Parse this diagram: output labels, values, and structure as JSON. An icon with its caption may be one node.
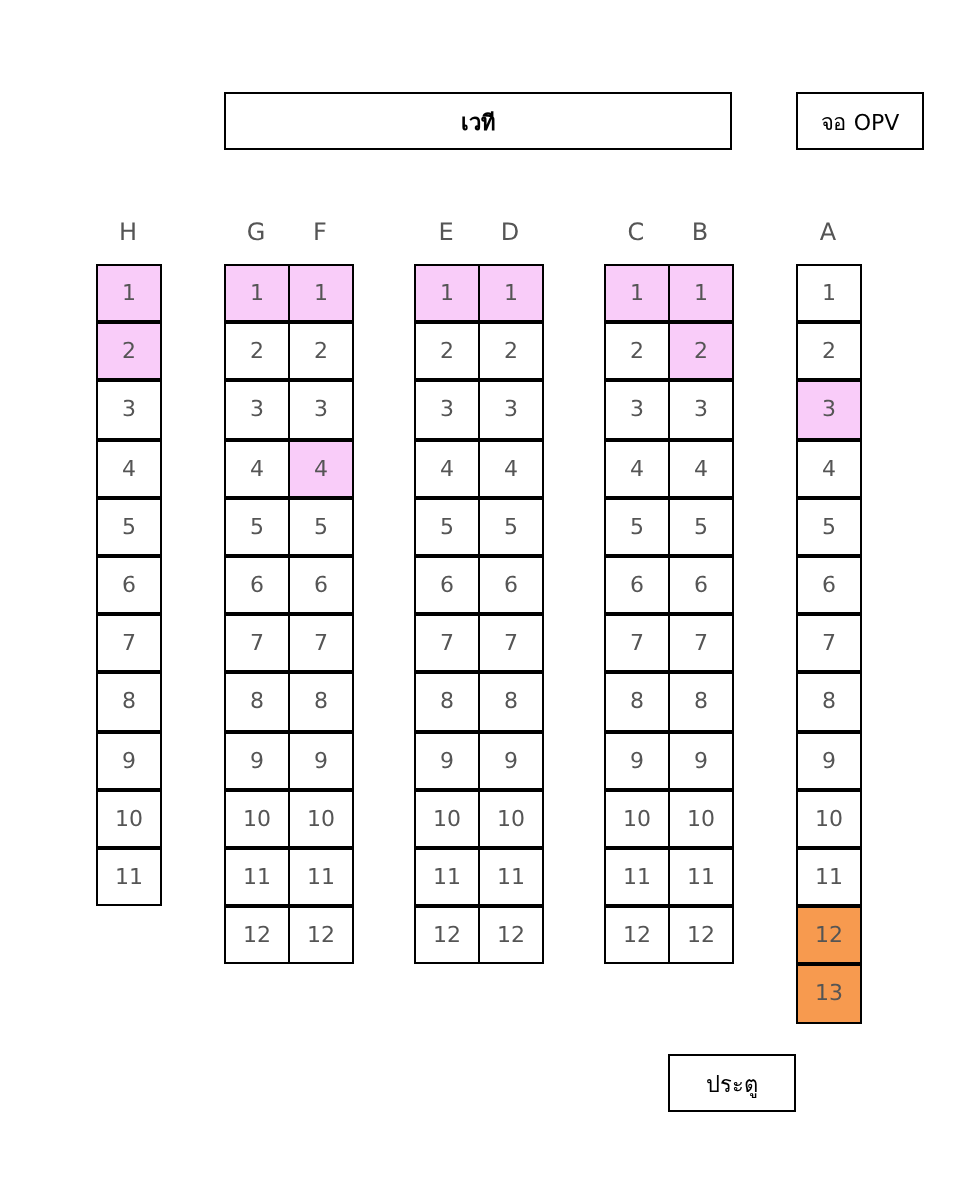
{
  "diagram": {
    "nodes": [
      {
        "text": [
          "เวที"
        ]
      },
      {
        "text": [
          "จอ OPV"
        ]
      },
      {
        "text": [
          "1"
        ]
      },
      {
        "text": [
          "2"
        ]
      },
      {
        "text": [
          "3"
        ]
      },
      {
        "text": [
          "4"
        ]
      },
      {
        "text": [
          "5"
        ]
      },
      {
        "text": [
          "6"
        ]
      },
      {
        "text": [
          "7"
        ]
      },
      {
        "text": [
          "8"
        ]
      },
      {
        "text": [
          "9"
        ]
      },
      {
        "text": [
          "10"
        ]
      },
      {
        "text": [
          "11"
        ]
      },
      {
        "text": [
          "1"
        ]
      },
      {
        "text": [
          "2"
        ]
      },
      {
        "text": [
          "3"
        ]
      },
      {
        "text": [
          "4"
        ]
      },
      {
        "text": [
          "5"
        ]
      },
      {
        "text": [
          "6"
        ]
      },
      {
        "text": [
          "7"
        ]
      },
      {
        "text": [
          "8"
        ]
      },
      {
        "text": [
          "9"
        ]
      },
      {
        "text": [
          "10"
        ]
      },
      {
        "text": [
          "11"
        ]
      },
      {
        "text": [
          "12"
        ]
      },
      {
        "text": [
          "1"
        ]
      },
      {
        "text": [
          "2"
        ]
      },
      {
        "text": [
          "3"
        ]
      },
      {
        "text": [
          "4"
        ]
      },
      {
        "text": [
          "5"
        ]
      },
      {
        "text": [
          "6"
        ]
      },
      {
        "text": [
          "7"
        ]
      },
      {
        "text": [
          "8"
        ]
      },
      {
        "text": [
          "9"
        ]
      },
      {
        "text": [
          "10"
        ]
      },
      {
        "text": [
          "11"
        ]
      },
      {
        "text": [
          "12"
        ]
      },
      {
        "text": [
          "1"
        ]
      },
      {
        "text": [
          "2"
        ]
      },
      {
        "text": [
          "3"
        ]
      },
      {
        "text": [
          "4"
        ]
      },
      {
        "text": [
          "5"
        ]
      },
      {
        "text": [
          "6"
        ]
      },
      {
        "text": [
          "7"
        ]
      },
      {
        "text": [
          "8"
        ]
      },
      {
        "text": [
          "9"
        ]
      },
      {
        "text": [
          "10"
        ]
      },
      {
        "text": [
          "11"
        ]
      },
      {
        "text": [
          "12"
        ]
      },
      {
        "text": [
          "1"
        ]
      },
      {
        "text": [
          "2"
        ]
      },
      {
        "text": [
          "3"
        ]
      },
      {
        "text": [
          "4"
        ]
      },
      {
        "text": [
          "5"
        ]
      },
      {
        "text": [
          "6"
        ]
      },
      {
        "text": [
          "7"
        ]
      },
      {
        "text": [
          "8"
        ]
      },
      {
        "text": [
          "9"
        ]
      },
      {
        "text": [
          "10"
        ]
      },
      {
        "text": [
          "11"
        ]
      },
      {
        "text": [
          "12"
        ]
      },
      {
        "text": [
          "1"
        ]
      },
      {
        "text": [
          "2"
        ]
      },
      {
        "text": [
          "3"
        ]
      },
      {
        "text": [
          "4"
        ]
      },
      {
        "text": [
          "5"
        ]
      },
      {
        "text": [
          "6"
        ]
      },
      {
        "text": [
          "7"
        ]
      },
      {
        "text": [
          "8"
        ]
      },
      {
        "text": [
          "9"
        ]
      },
      {
        "text": [
          "10"
        ]
      },
      {
        "text": [
          "11"
        ]
      },
      {
        "text": [
          "12"
        ]
      },
      {
        "text": [
          "1"
        ]
      },
      {
        "text": [
          "2"
        ]
      },
      {
        "text": [
          "3"
        ]
      },
      {
        "text": [
          "4"
        ]
      },
      {
        "text": [
          "5"
        ]
      },
      {
        "text": [
          "6"
        ]
      },
      {
        "text": [
          "7"
        ]
      },
      {
        "text": [
          "8"
        ]
      },
      {
        "text": [
          "9"
        ]
      },
      {
        "text": [
          "10"
        ]
      },
      {
        "text": [
          "11"
        ]
      },
      {
        "text": [
          "12"
        ]
      },
      {
        "text": [
          "1"
        ]
      },
      {
        "text": [
          "2"
        ]
      },
      {
        "text": [
          "3"
        ]
      },
      {
        "text": [
          "4"
        ]
      },
      {
        "text": [
          "5"
        ]
      },
      {
        "text": [
          "6"
        ]
      },
      {
        "text": [
          "7"
        ]
      },
      {
        "text": [
          "8"
        ]
      },
      {
        "text": [
          "9"
        ]
      },
      {
        "text": [
          "10"
        ]
      },
      {
        "text": [
          "11"
        ]
      },
      {
        "text": [
          "12"
        ]
      },
      {
        "text": [
          "13"
        ]
      },
      {
        "text": [
          "ประตู"
        ]
      }
    ],
    "labels": [
      "H",
      "G",
      "F",
      "E",
      "D",
      "C",
      "B",
      "A"
    ]
  }
}
